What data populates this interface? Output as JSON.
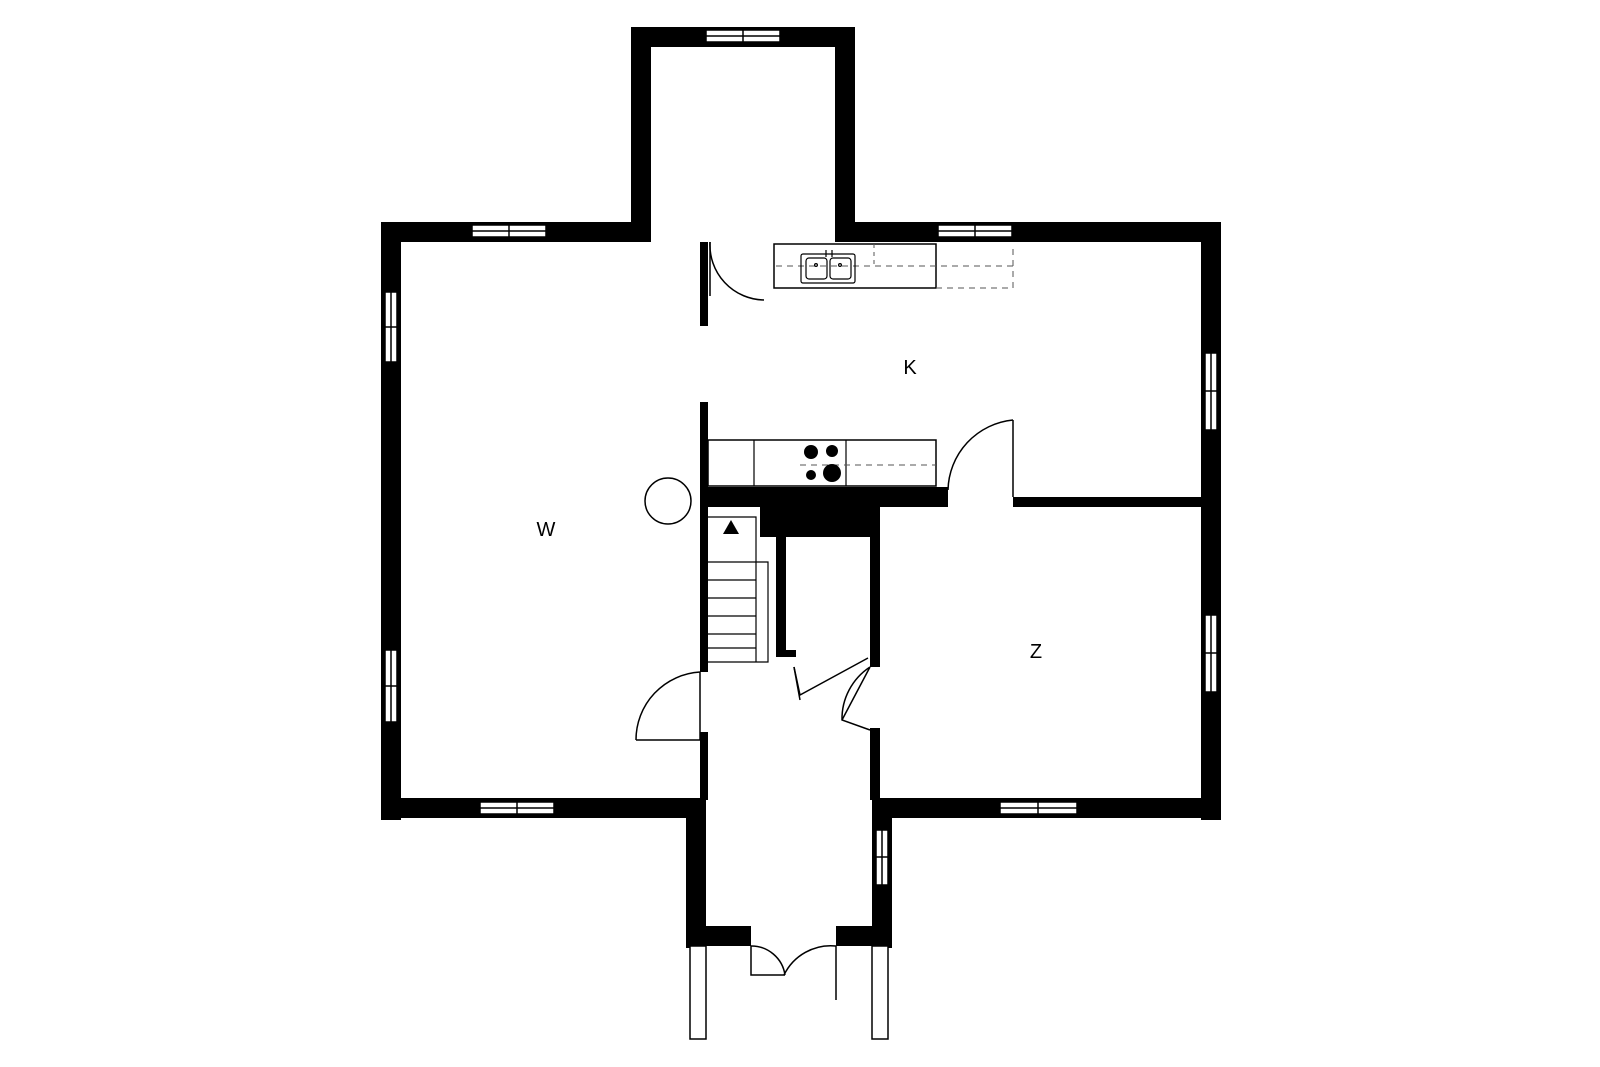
{
  "floor_plan": {
    "rooms": [
      {
        "id": "living",
        "label": "W"
      },
      {
        "id": "kitchen",
        "label": "K"
      },
      {
        "id": "bedroom",
        "label": "Z"
      }
    ],
    "colors": {
      "wall": "#000000",
      "background": "#ffffff",
      "fixture_line": "#333333"
    }
  }
}
